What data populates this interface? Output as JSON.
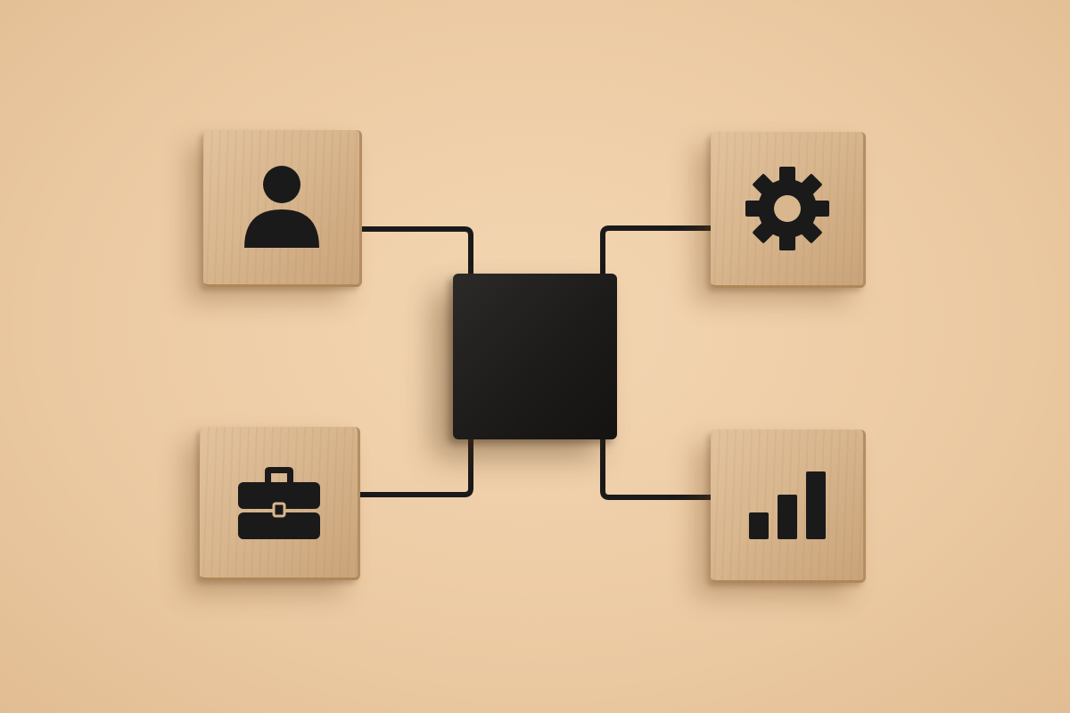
{
  "scene": {
    "background_color": "#eccba4",
    "block_wood_color": "#d8b68e",
    "hub_color": "#1b1a19",
    "icon_color": "#1a1a1a",
    "connector_color": "#1a1a1a"
  },
  "blocks": [
    {
      "icon": "person-icon",
      "position": "top-left"
    },
    {
      "icon": "gear-icon",
      "position": "top-right"
    },
    {
      "icon": "briefcase-icon",
      "position": "bottom-left"
    },
    {
      "icon": "bar-chart-icon",
      "position": "bottom-right"
    }
  ],
  "hub": {
    "position": "center"
  }
}
